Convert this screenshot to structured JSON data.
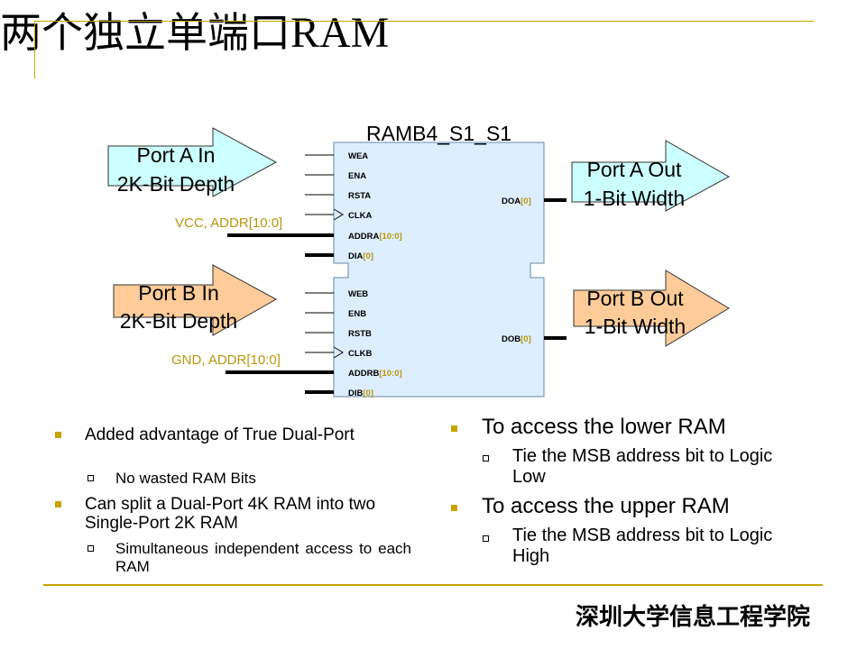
{
  "title": {
    "cjk": "两个独立单端口",
    "latin": "RAM"
  },
  "block": {
    "name": "RAMB4_S1_S1",
    "port_a_pins": [
      {
        "name": "WEA",
        "bus": ""
      },
      {
        "name": "ENA",
        "bus": ""
      },
      {
        "name": "RSTA",
        "bus": ""
      },
      {
        "name": "CLKA",
        "bus": ""
      },
      {
        "name": "ADDRA",
        "bus": "[10:0]"
      },
      {
        "name": "DIA",
        "bus": "[0]"
      }
    ],
    "port_b_pins": [
      {
        "name": "WEB",
        "bus": ""
      },
      {
        "name": "ENB",
        "bus": ""
      },
      {
        "name": "RSTB",
        "bus": ""
      },
      {
        "name": "CLKB",
        "bus": ""
      },
      {
        "name": "ADDRB",
        "bus": "[10:0]"
      },
      {
        "name": "DIB",
        "bus": "[0]"
      }
    ],
    "output_a": {
      "name": "DOA",
      "bus": "[0]"
    },
    "output_b": {
      "name": "DOB",
      "bus": "[0]"
    }
  },
  "arrows": {
    "port_a_in": {
      "line1": "Port A In",
      "line2": "2K-Bit Depth",
      "color": "#ccffff"
    },
    "port_b_in": {
      "line1": "Port B In",
      "line2": "2K-Bit Depth",
      "color": "#ffcc99"
    },
    "port_a_out": {
      "line1": "Port A Out",
      "line2": "1-Bit Width",
      "color": "#ccffff"
    },
    "port_b_out": {
      "line1": "Port B Out",
      "line2": "1-Bit Width",
      "color": "#ffcc99"
    }
  },
  "addr_labels": {
    "a": {
      "prefix": "VCC, ADDR",
      "bus": "[10:0]"
    },
    "b": {
      "prefix": "GND, ADDR",
      "bus": "[10:0]"
    }
  },
  "left_bullets": [
    {
      "text": "Added advantage of True Dual-Port",
      "sub": [
        "No wasted RAM Bits"
      ]
    },
    {
      "text": "Can split a Dual-Port 4K RAM into two Single-Port 2K RAM",
      "sub": [
        "Simultaneous independent access to each RAM"
      ]
    }
  ],
  "right_bullets": [
    {
      "text": "To access the lower RAM",
      "sub": [
        "Tie the MSB address bit  to Logic Low"
      ]
    },
    {
      "text": "To access the upper RAM",
      "sub": [
        "Tie the MSB address bit  to Logic High"
      ]
    }
  ],
  "footer": "深圳大学信息工程学院",
  "colors": {
    "accent": "#c8a400",
    "block_fill": "#ddeeff",
    "block_stroke": "#6688aa",
    "bus_gold": "#b8960b"
  }
}
